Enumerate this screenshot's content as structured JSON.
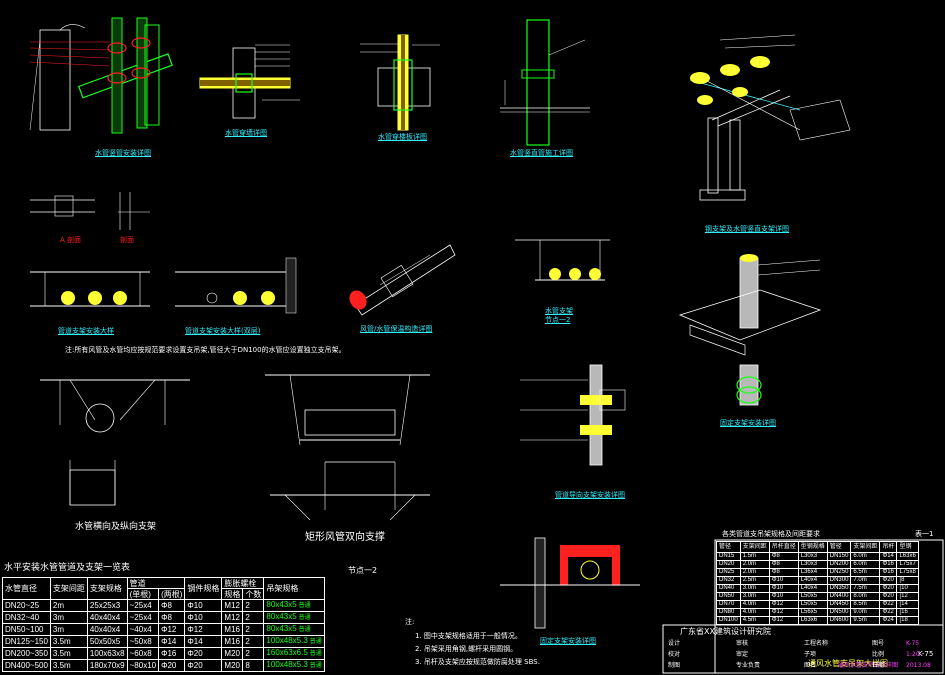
{
  "texts": {
    "caption_pipe_wall": "水管竖管安装详图",
    "caption_pipe_wall_through": "水管穿墙详图",
    "caption_pipe_floor_through": "水管穿楼板详图",
    "caption_riser_construction": "水管竖直管施工详图",
    "caption_steel_support": "钢支架及水管竖直支架详图",
    "caption_section_a": "A 剖面",
    "caption_section_b": "剖面",
    "caption_support_1": "管道支架安装大样",
    "caption_support_2": "管道支架安装大样(双层)",
    "caption_insulation": "风管/水管保温构造详图",
    "caption_water_pipe": "水管支架",
    "caption_water_pipe_sub": "节点一2",
    "caption_fixed_support": "固定支架安装详图",
    "caption_guide_support": "管道导向支架安装详图",
    "caption_anchor": "固定支架安装详图",
    "note_line": "注:所有风管及水管均应按规范要求设置支吊架,管径大于DN100的水管应设置独立支吊架。",
    "caption_hanger": "水管横向及纵向支架",
    "caption_duct": "矩形风管双向支撑",
    "node_two": "节点一2",
    "table_title": "水平安装水管管道及支架一览表",
    "note_head": "注:",
    "note_1": "1. 图中支架规格适用于一般情况。",
    "note_2": "2. 吊架采用角钢,螺杆采用圆钢。",
    "note_3": "3. 吊杆及支架应按规范做防腐处理 SBS.",
    "right_table_title": "各类管道支吊架规格及间距要求",
    "right_table_code": "表一1",
    "title_company": "广东省XX建筑设计研究院",
    "title_drawing": "通风水管支吊架大样图",
    "title_drawing_no": "K-75"
  },
  "pipe_table": {
    "headers": [
      "水管直径",
      "支架间距",
      "支架规格",
      "管道",
      "",
      "钢件规格",
      "膨胀螺栓",
      "",
      "吊架规格"
    ],
    "subheaders": [
      "",
      "",
      "",
      "(单根)",
      "(两根)",
      "",
      "规格",
      "个数",
      ""
    ],
    "rows": [
      [
        "DN20~25",
        "2m",
        "25x25x3",
        "~25x4",
        "Φ8",
        "Φ10",
        "M12",
        "2",
        "80x43x5"
      ],
      [
        "DN32~40",
        "3m",
        "40x40x4",
        "~25x4",
        "Φ8",
        "Φ10",
        "M12",
        "2",
        "80x43x5"
      ],
      [
        "DN50~100",
        "3m",
        "40x40x4",
        "~40x4",
        "Φ12",
        "Φ12",
        "M16",
        "2",
        "80x43x5"
      ],
      [
        "DN125~150",
        "3.5m",
        "50x50x5",
        "~50x8",
        "Φ14",
        "Φ14",
        "M16",
        "2",
        "100x48x5.3"
      ],
      [
        "DN200~350",
        "3.5m",
        "100x63x8",
        "~60x8",
        "Φ16",
        "Φ20",
        "M20",
        "2",
        "160x63x6.5"
      ],
      [
        "DN400~500",
        "3.5m",
        "180x70x9",
        "~80x10",
        "Φ20",
        "Φ20",
        "M20",
        "8",
        "100x48x5.3"
      ]
    ],
    "tags": [
      "普通",
      "普通",
      "普通",
      "普通",
      "普通",
      "普通"
    ]
  },
  "right_table": {
    "headers": [
      "管径",
      "支架间距",
      "吊杆直径",
      "型钢规格",
      "管径",
      "支架间距",
      "吊杆",
      "型钢"
    ],
    "rows": [
      [
        "DN15",
        "1.5m",
        "Φ8",
        "L30x3",
        "DN150",
        "6.0m",
        "Φ14",
        "L63x6"
      ],
      [
        "DN20",
        "2.0m",
        "Φ8",
        "L30x3",
        "DN200",
        "6.0m",
        "Φ16",
        "L75x7"
      ],
      [
        "DN25",
        "2.0m",
        "Φ8",
        "L36x4",
        "DN250",
        "6.5m",
        "Φ16",
        "L75x8"
      ],
      [
        "DN32",
        "2.5m",
        "Φ10",
        "L40x4",
        "DN300",
        "7.0m",
        "Φ20",
        "[8"
      ],
      [
        "DN40",
        "3.0m",
        "Φ10",
        "L40x4",
        "DN350",
        "7.5m",
        "Φ20",
        "[10"
      ],
      [
        "DN50",
        "3.0m",
        "Φ10",
        "L50x5",
        "DN400",
        "8.0m",
        "Φ20",
        "[12"
      ],
      [
        "DN70",
        "4.0m",
        "Φ12",
        "L50x5",
        "DN450",
        "8.5m",
        "Φ22",
        "[14"
      ],
      [
        "DN80",
        "4.0m",
        "Φ12",
        "L56x5",
        "DN500",
        "9.0m",
        "Φ22",
        "[16"
      ],
      [
        "DN100",
        "4.5m",
        "Φ12",
        "L63x6",
        "DN600",
        "9.5m",
        "Φ24",
        "[18"
      ]
    ]
  },
  "title_block": {
    "rows": [
      [
        "设计",
        "",
        "审核",
        "",
        "工程名称",
        "",
        "图号",
        "K-75"
      ],
      [
        "校对",
        "",
        "审定",
        "",
        "子项",
        "",
        "比例",
        "1:20"
      ],
      [
        "制图",
        "",
        "专业负责",
        "",
        "图名",
        "通风水管支吊架大样图",
        "日期",
        "2013.08"
      ]
    ]
  },
  "colors": {
    "bg": "#000000",
    "cyan": "#2ff0ff",
    "green": "#19ff19",
    "yellow": "#ffff33",
    "red": "#ff2020",
    "white": "#ffffff",
    "magenta": "#ff40ff"
  }
}
